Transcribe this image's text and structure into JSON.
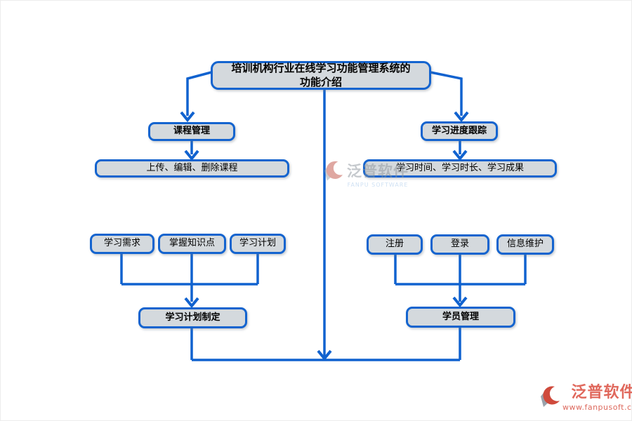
{
  "diagram": {
    "title": {
      "line1": "培训机构行业在线学习功能管理系统的",
      "line2": "功能介绍"
    },
    "course_branch": {
      "header": "课程管理",
      "detail": "上传、编辑、删除课程"
    },
    "progress_branch": {
      "header": "学习进度跟踪",
      "detail": "学习时间、学习时长、学习成果"
    },
    "plan_group": {
      "items": [
        {
          "label": "学习需求"
        },
        {
          "label": "掌握知识点"
        },
        {
          "label": "学习计划"
        }
      ],
      "result": "学习计划制定"
    },
    "student_group": {
      "items": [
        {
          "label": "注册"
        },
        {
          "label": "登录"
        },
        {
          "label": "信息维护"
        }
      ],
      "result": "学员管理"
    }
  },
  "watermark": {
    "brand": "泛普软件",
    "brand_en": "FANPU SOFTWARE"
  },
  "footer_logo": {
    "brand": "泛普软件",
    "url": "www.fanpusoft.com"
  },
  "colors": {
    "connector_blue": "#1062cf",
    "node_fill": "#d4d9dd",
    "node_border": "#1464cf",
    "logo_red": "#e0685c",
    "watermark_gray": "#8d959d"
  }
}
